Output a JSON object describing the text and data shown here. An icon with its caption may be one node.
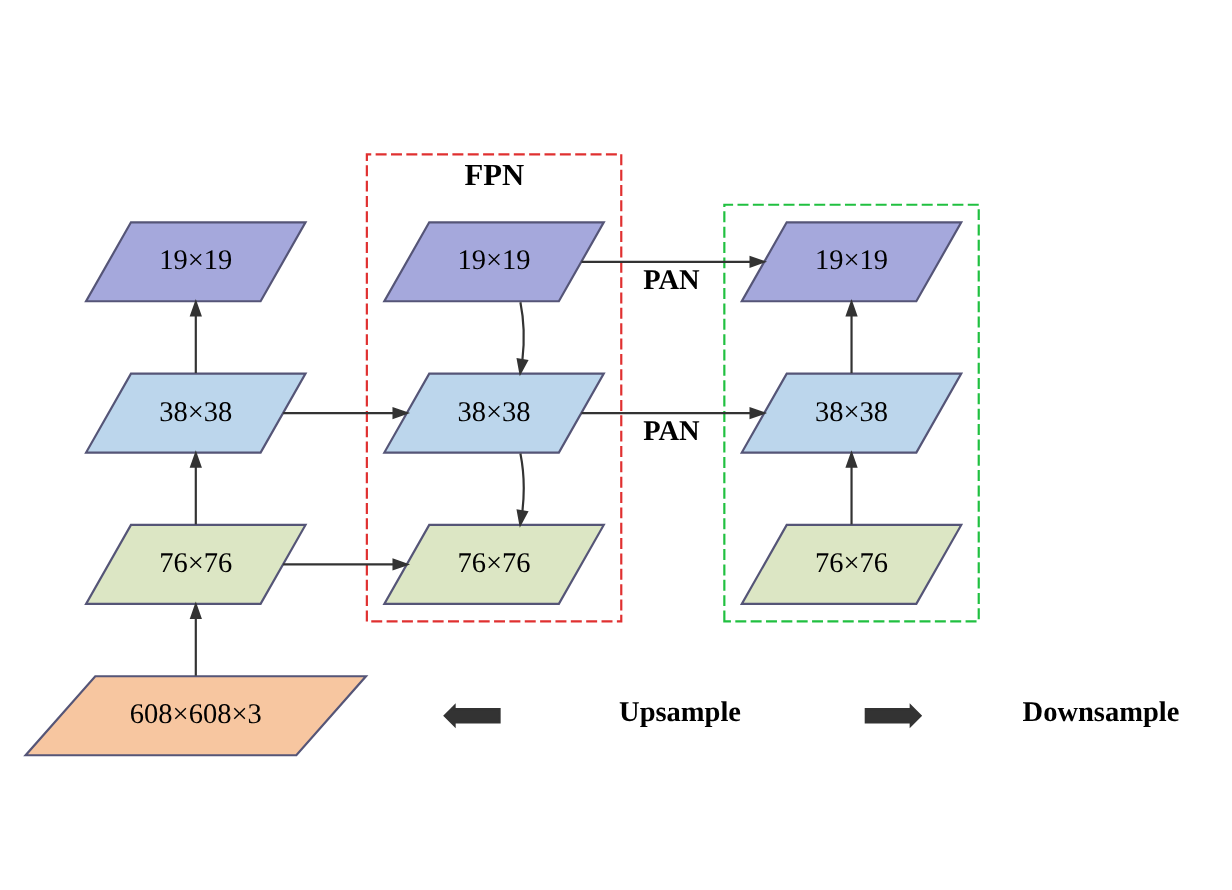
{
  "diagram": {
    "nodes": [
      {
        "text": [
          "19×19"
        ]
      },
      {
        "text": [
          "38×38"
        ]
      },
      {
        "text": [
          "76×76"
        ]
      },
      {
        "text": [
          "608×608×3"
        ]
      },
      {
        "text": [
          "FPN"
        ]
      },
      {
        "text": [
          "19×19"
        ],
        "in": 4
      },
      {
        "text": [
          "38×38"
        ],
        "in": 4
      },
      {
        "text": [
          "76×76"
        ],
        "in": 4
      },
      {
        "text": [],
        "shape": "box"
      },
      {
        "text": [
          "19×19"
        ],
        "in": 8
      },
      {
        "text": [
          "38×38"
        ],
        "in": 8
      },
      {
        "text": [
          "76×76"
        ],
        "in": 8
      }
    ],
    "edges": [
      {
        "from": 3,
        "to": 2,
        "arrow": "to"
      },
      {
        "from": 2,
        "to": 1,
        "arrow": "to"
      },
      {
        "from": 1,
        "to": 0,
        "arrow": "to"
      },
      {
        "from": 5,
        "to": 6,
        "arrow": "to"
      },
      {
        "from": 6,
        "to": 7,
        "arrow": "to"
      },
      {
        "from": 1,
        "to": 6,
        "arrow": "to"
      },
      {
        "from": 2,
        "to": 7,
        "arrow": "to"
      },
      {
        "from": 5,
        "to": 9,
        "label": "PAN",
        "arrow": "to"
      },
      {
        "from": 6,
        "to": 10,
        "label": "PAN",
        "arrow": "to"
      },
      {
        "from": 11,
        "to": 10,
        "arrow": "to"
      },
      {
        "from": 10,
        "to": 9,
        "arrow": "to"
      }
    ],
    "legend": [
      {
        "text": "Upsample"
      },
      {
        "text": "Downsample"
      }
    ]
  }
}
